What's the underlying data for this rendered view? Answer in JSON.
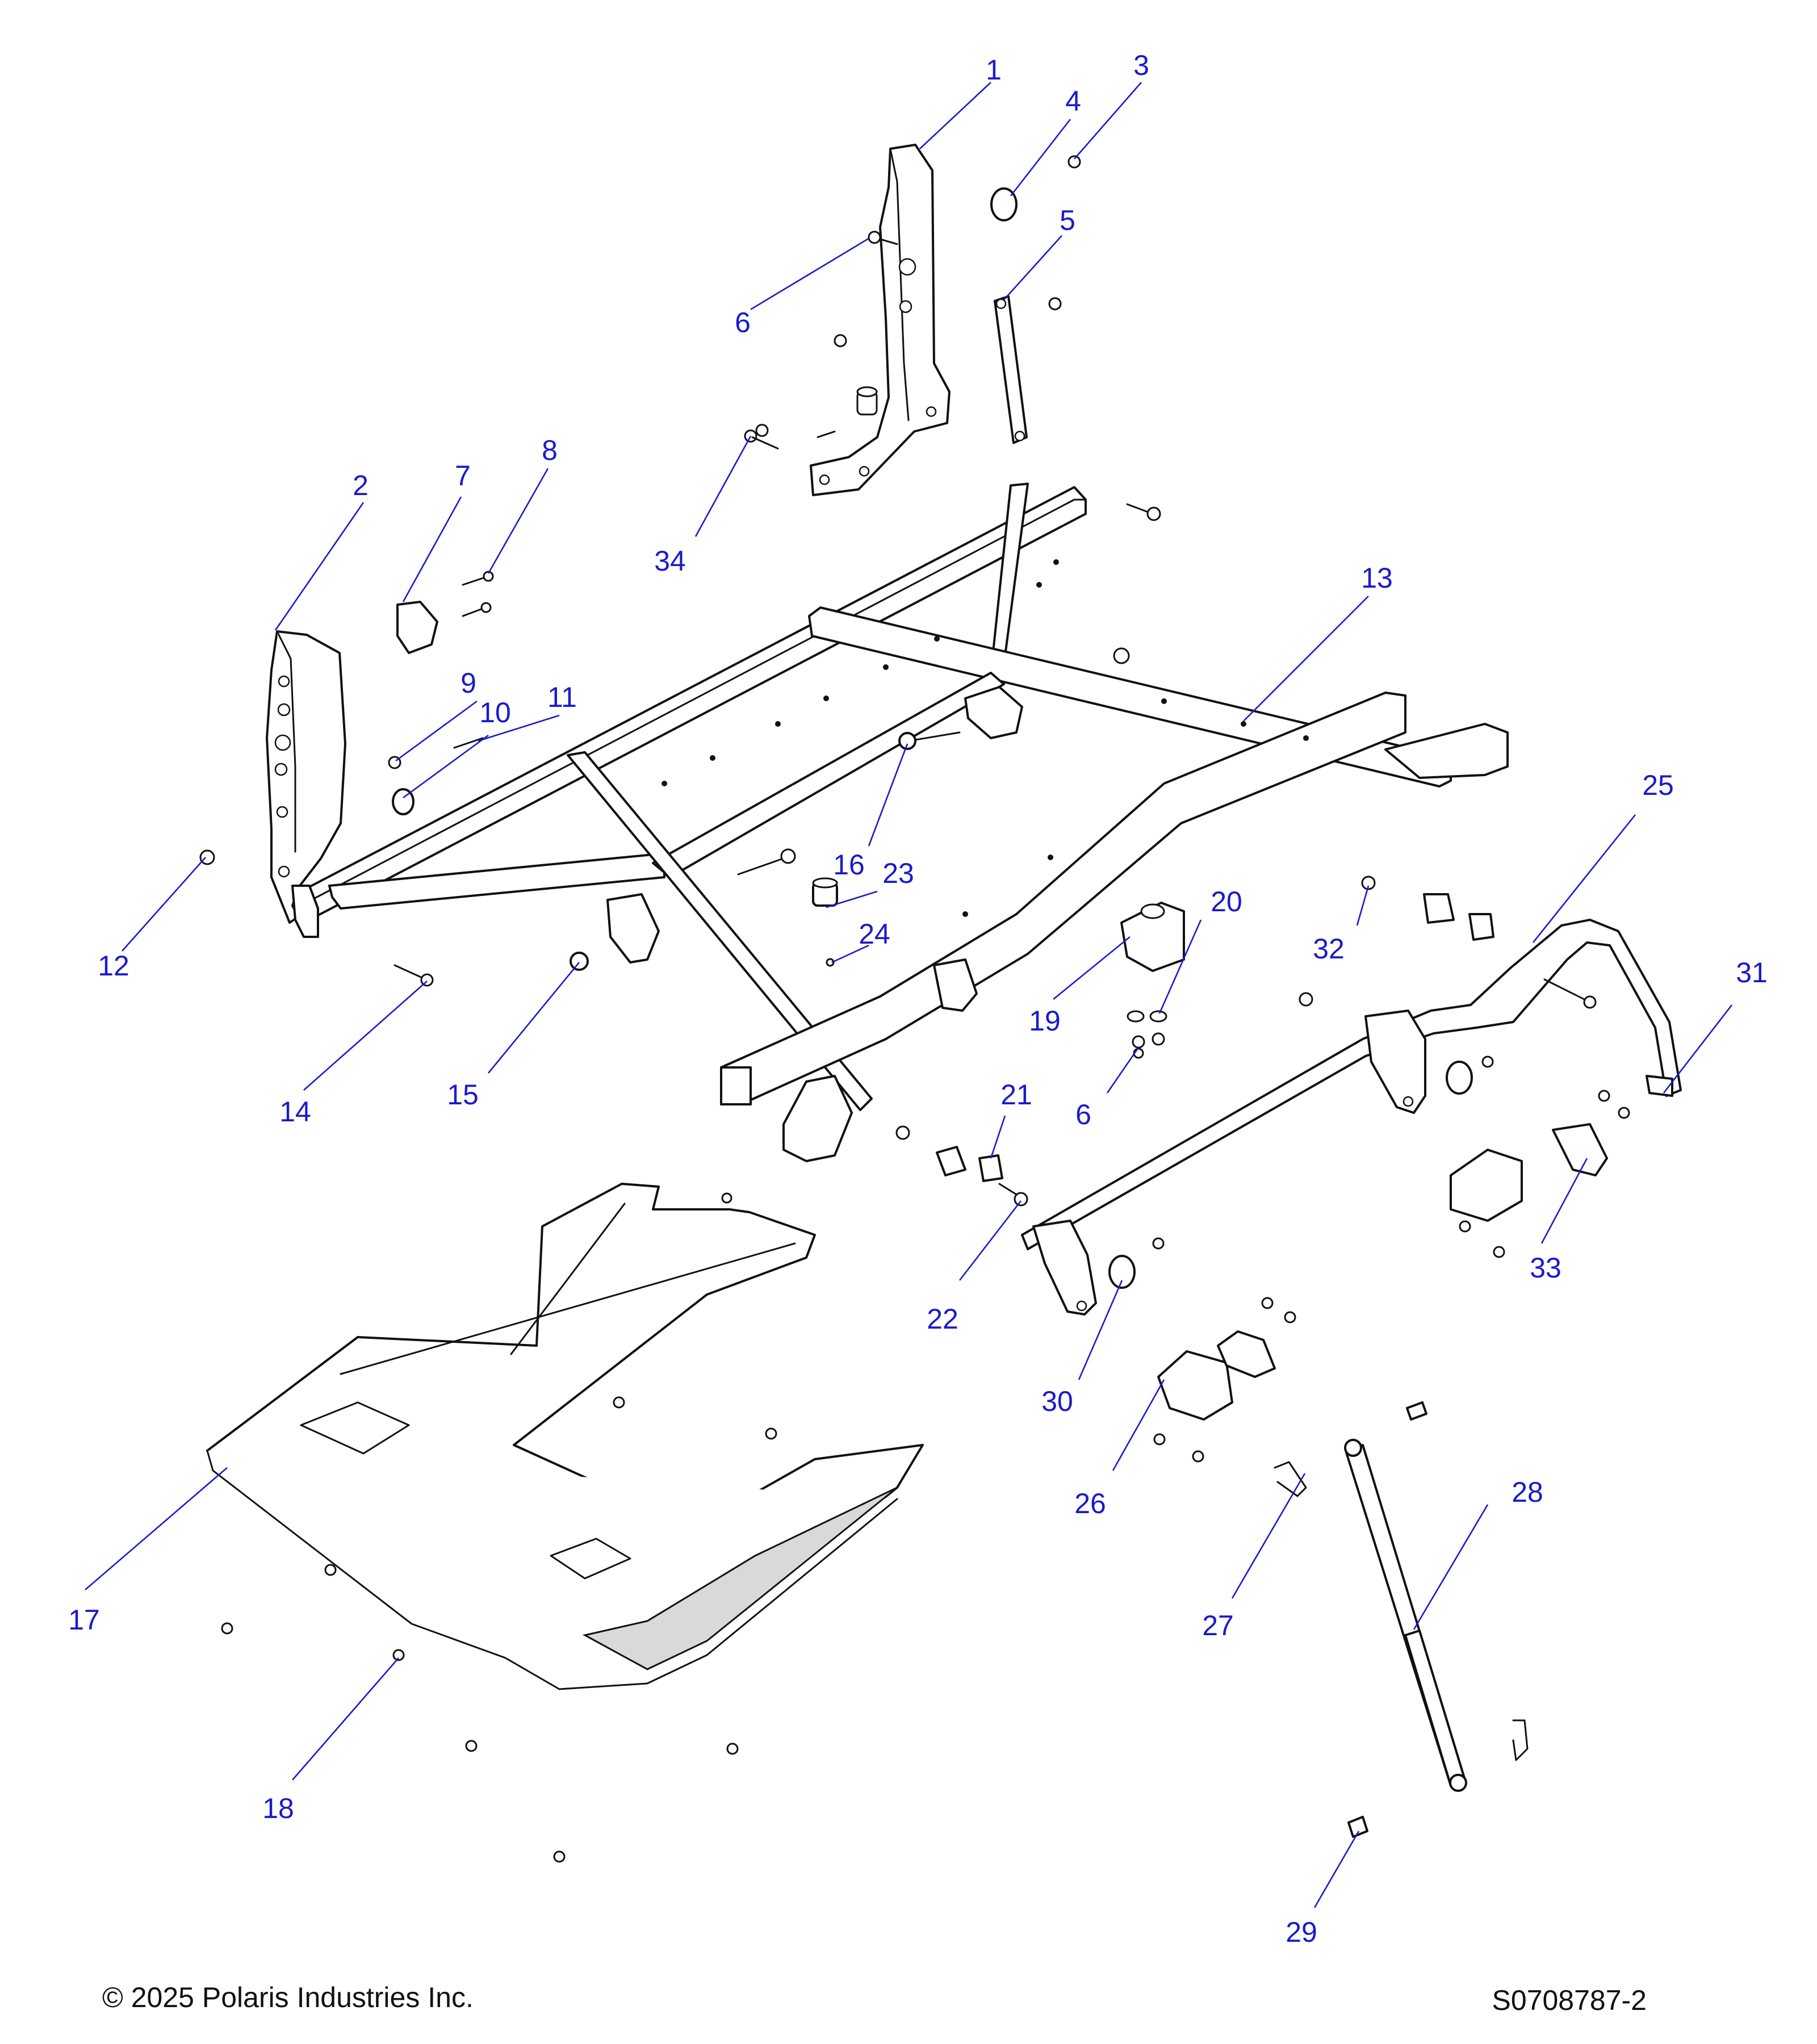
{
  "diagram": {
    "callouts": [
      {
        "id": "1",
        "label": "1"
      },
      {
        "id": "2",
        "label": "2"
      },
      {
        "id": "3",
        "label": "3"
      },
      {
        "id": "4",
        "label": "4"
      },
      {
        "id": "5",
        "label": "5"
      },
      {
        "id": "6a",
        "label": "6"
      },
      {
        "id": "6b",
        "label": "6"
      },
      {
        "id": "7",
        "label": "7"
      },
      {
        "id": "8",
        "label": "8"
      },
      {
        "id": "9",
        "label": "9"
      },
      {
        "id": "10",
        "label": "10"
      },
      {
        "id": "11",
        "label": "11"
      },
      {
        "id": "12",
        "label": "12"
      },
      {
        "id": "13",
        "label": "13"
      },
      {
        "id": "14",
        "label": "14"
      },
      {
        "id": "15",
        "label": "15"
      },
      {
        "id": "16",
        "label": "16"
      },
      {
        "id": "17",
        "label": "17"
      },
      {
        "id": "18",
        "label": "18"
      },
      {
        "id": "19",
        "label": "19"
      },
      {
        "id": "20",
        "label": "20"
      },
      {
        "id": "21",
        "label": "21"
      },
      {
        "id": "22",
        "label": "22"
      },
      {
        "id": "23",
        "label": "23"
      },
      {
        "id": "24",
        "label": "24"
      },
      {
        "id": "25",
        "label": "25"
      },
      {
        "id": "26",
        "label": "26"
      },
      {
        "id": "27",
        "label": "27"
      },
      {
        "id": "28",
        "label": "28"
      },
      {
        "id": "29",
        "label": "29"
      },
      {
        "id": "30",
        "label": "30"
      },
      {
        "id": "31",
        "label": "31"
      },
      {
        "id": "32",
        "label": "32"
      },
      {
        "id": "33",
        "label": "33"
      },
      {
        "id": "34",
        "label": "34"
      }
    ]
  },
  "footer": {
    "copyright": "© 2025 Polaris Industries Inc.",
    "drawing_number": "S0708787-2"
  },
  "colors": {
    "callout": "#1a1acc",
    "line_art": "#111111",
    "background": "#ffffff"
  }
}
